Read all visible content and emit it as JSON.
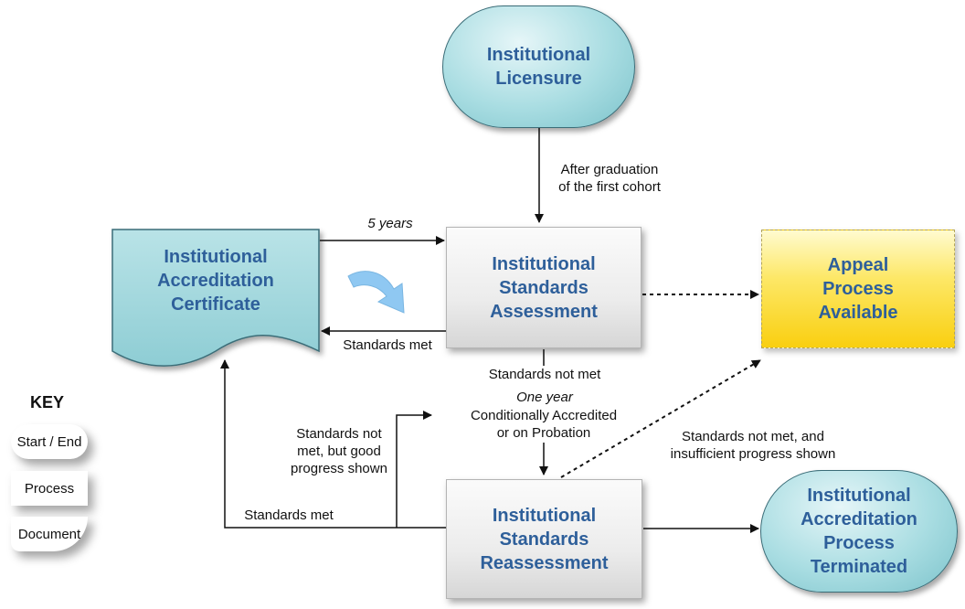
{
  "nodes": {
    "licensure": "Institutional\nLicensure",
    "certificate": "Institutional\nAccreditation\nCertificate",
    "assessment": "Institutional\nStandards\nAssessment",
    "appeal": "Appeal\nProcess\nAvailable",
    "reassessment": "Institutional\nStandards\nReassessment",
    "terminated": "Institutional\nAccreditation\nProcess\nTerminated"
  },
  "labels": {
    "after_graduation": "After graduation\nof the first cohort",
    "five_years": "5 years",
    "standards_met_1": "Standards met",
    "standards_not_met": "Standards not met",
    "one_year": "One year",
    "conditional": "Conditionally  Accredited\nor on Probation",
    "good_progress": "Standards not\nmet, but good\nprogress shown",
    "insufficient": "Standards not met, and\ninsufficient progress shown",
    "standards_met_2": "Standards met"
  },
  "key": {
    "title": "KEY",
    "start_end": "Start / End",
    "process": "Process",
    "document": "Document"
  },
  "colors": {
    "node_text": "#2e5f9a",
    "terminal_fill": "#a9dde2",
    "appeal_fill": "#f9cf10",
    "curved_arrow": "#8fc8f2"
  }
}
